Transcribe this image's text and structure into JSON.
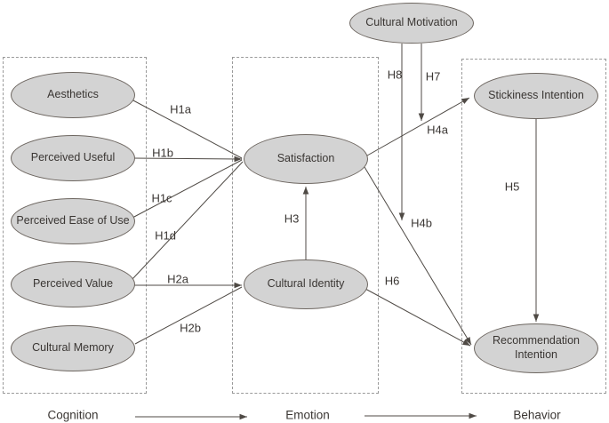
{
  "nodes": {
    "aesthetics": "Aesthetics",
    "perceived_useful": "Perceived Useful",
    "perceived_ease_of_use": "Perceived Ease of Use",
    "perceived_value": "Perceived Value",
    "cultural_memory": "Cultural Memory",
    "satisfaction": "Satisfaction",
    "cultural_identity": "Cultural Identity",
    "cultural_motivation": "Cultural Motivation",
    "stickiness_intention": "Stickiness Intention",
    "recommendation_intention": "Recommendation Intention"
  },
  "hypotheses": {
    "h1a": "H1a",
    "h1b": "H1b",
    "h1c": "H1c",
    "h1d": "H1d",
    "h2a": "H2a",
    "h2b": "H2b",
    "h3": "H3",
    "h4a": "H4a",
    "h4b": "H4b",
    "h5": "H5",
    "h6": "H6",
    "h7": "H7",
    "h8": "H8"
  },
  "stages": {
    "cognition": "Cognition",
    "emotion": "Emotion",
    "behavior": "Behavior"
  },
  "model_paths": [
    {
      "label": "H1a",
      "from": "Aesthetics",
      "to": "Satisfaction"
    },
    {
      "label": "H1b",
      "from": "Perceived Useful",
      "to": "Satisfaction"
    },
    {
      "label": "H1c",
      "from": "Perceived Ease of Use",
      "to": "Satisfaction"
    },
    {
      "label": "H1d",
      "from": "Perceived Value",
      "to": "Satisfaction"
    },
    {
      "label": "H2a",
      "from": "Perceived Value",
      "to": "Cultural Identity"
    },
    {
      "label": "H2b",
      "from": "Cultural Memory",
      "to": "Cultural Identity"
    },
    {
      "label": "H3",
      "from": "Cultural Identity",
      "to": "Satisfaction"
    },
    {
      "label": "H4a",
      "from": "Satisfaction",
      "to": "Stickiness Intention"
    },
    {
      "label": "H4b",
      "from": "Satisfaction",
      "to": "Recommendation Intention"
    },
    {
      "label": "H5",
      "from": "Stickiness Intention",
      "to": "Recommendation Intention"
    },
    {
      "label": "H6",
      "from": "Cultural Identity",
      "to": "Recommendation Intention"
    },
    {
      "label": "H7",
      "from": "Cultural Motivation",
      "to": "Satisfaction-Stickiness Intention path"
    },
    {
      "label": "H8",
      "from": "Cultural Motivation",
      "to": "Satisfaction-Recommendation Intention path"
    }
  ],
  "colors": {
    "node_fill": "#d3d3d3",
    "node_stroke": "#6d6660",
    "arrow": "#4f4a45",
    "dashed_box": "#9a9a9a",
    "text": "#3a3633"
  }
}
